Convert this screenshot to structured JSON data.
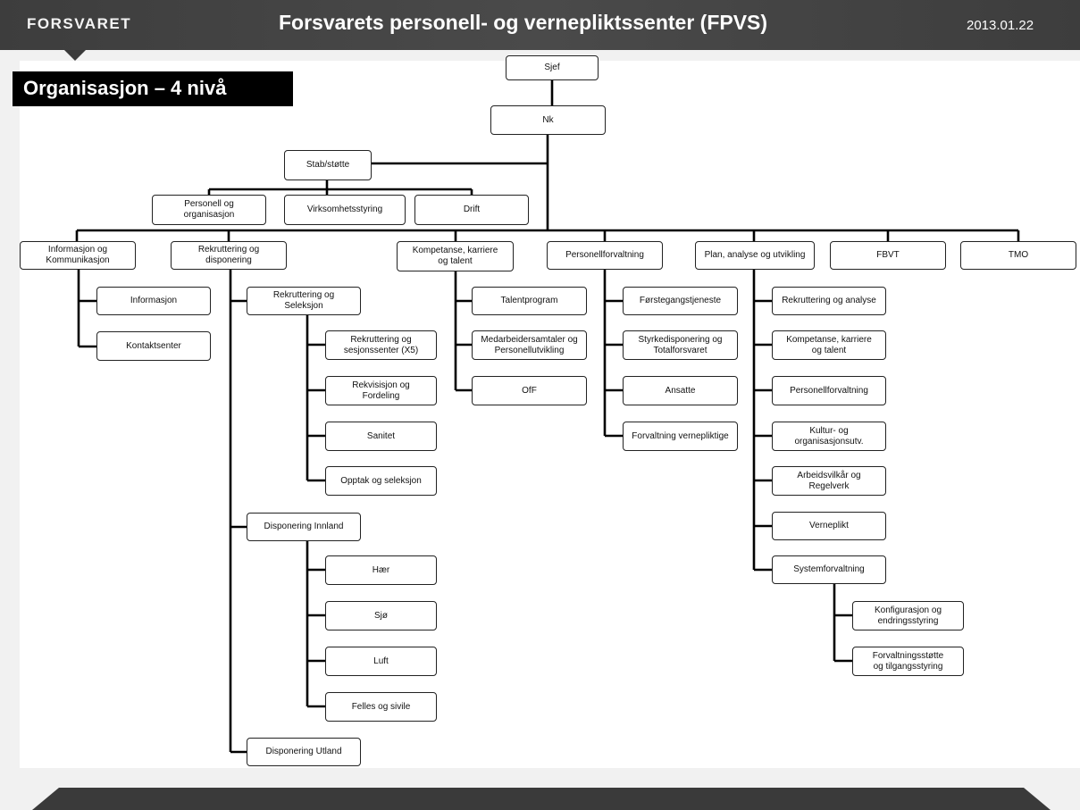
{
  "header": {
    "brand": "FORSVARET",
    "title": "Forsvarets personell- og vernepliktssenter (FPVS)",
    "date": "2013.01.22"
  },
  "badge": {
    "text": "Organisasjon – 4 nivå"
  },
  "colors": {
    "header": "#3a3a3a",
    "badge": "#000000",
    "line": "#000000"
  },
  "org": {
    "sjef": "Sjef",
    "nk": "Nk",
    "stab": "Stab/støtte",
    "stab_children": [
      "Personell og\norganisasjon",
      "Virksomhetsstyring",
      "Drift"
    ],
    "level2": [
      "Informasjon og\nKommunikasjon",
      "Rekruttering og\ndisponering",
      "Kompetanse, karriere\nog talent",
      "Personellforvaltning",
      "Plan, analyse og utvikling",
      "FBVT",
      "TMO"
    ],
    "info_children": [
      "Informasjon",
      "Kontaktsenter"
    ],
    "rekr_children": [
      "Rekruttering og\nSeleksjon",
      "Disponering Innland",
      "Disponering Utland"
    ],
    "rekr_sel_children": [
      "Rekruttering og\nsesjonssenter (X5)",
      "Rekvisisjon og\nFordeling",
      "Sanitet",
      "Opptak og seleksjon"
    ],
    "disp_inn_children": [
      "Hær",
      "Sjø",
      "Luft",
      "Felles og sivile"
    ],
    "komp_children": [
      "Talentprogram",
      "Medarbeidersamtaler og\nPersonellutvikling",
      "OfF"
    ],
    "pers_children": [
      "Førstegangstjeneste",
      "Styrkedisponering og\nTotalforsvaret",
      "Ansatte",
      "Forvaltning vernepliktige"
    ],
    "plan_children": [
      "Rekruttering og analyse",
      "Kompetanse, karriere\nog talent",
      "Personellforvaltning",
      "Kultur- og\norganisasjonsutv.",
      "Arbeidsvilkår og\nRegelverk",
      "Verneplikt",
      "Systemforvaltning"
    ],
    "system_children": [
      "Konfigurasjon og\nendringsstyring",
      "Forvaltningsstøtte\nog tilgangsstyring"
    ]
  }
}
